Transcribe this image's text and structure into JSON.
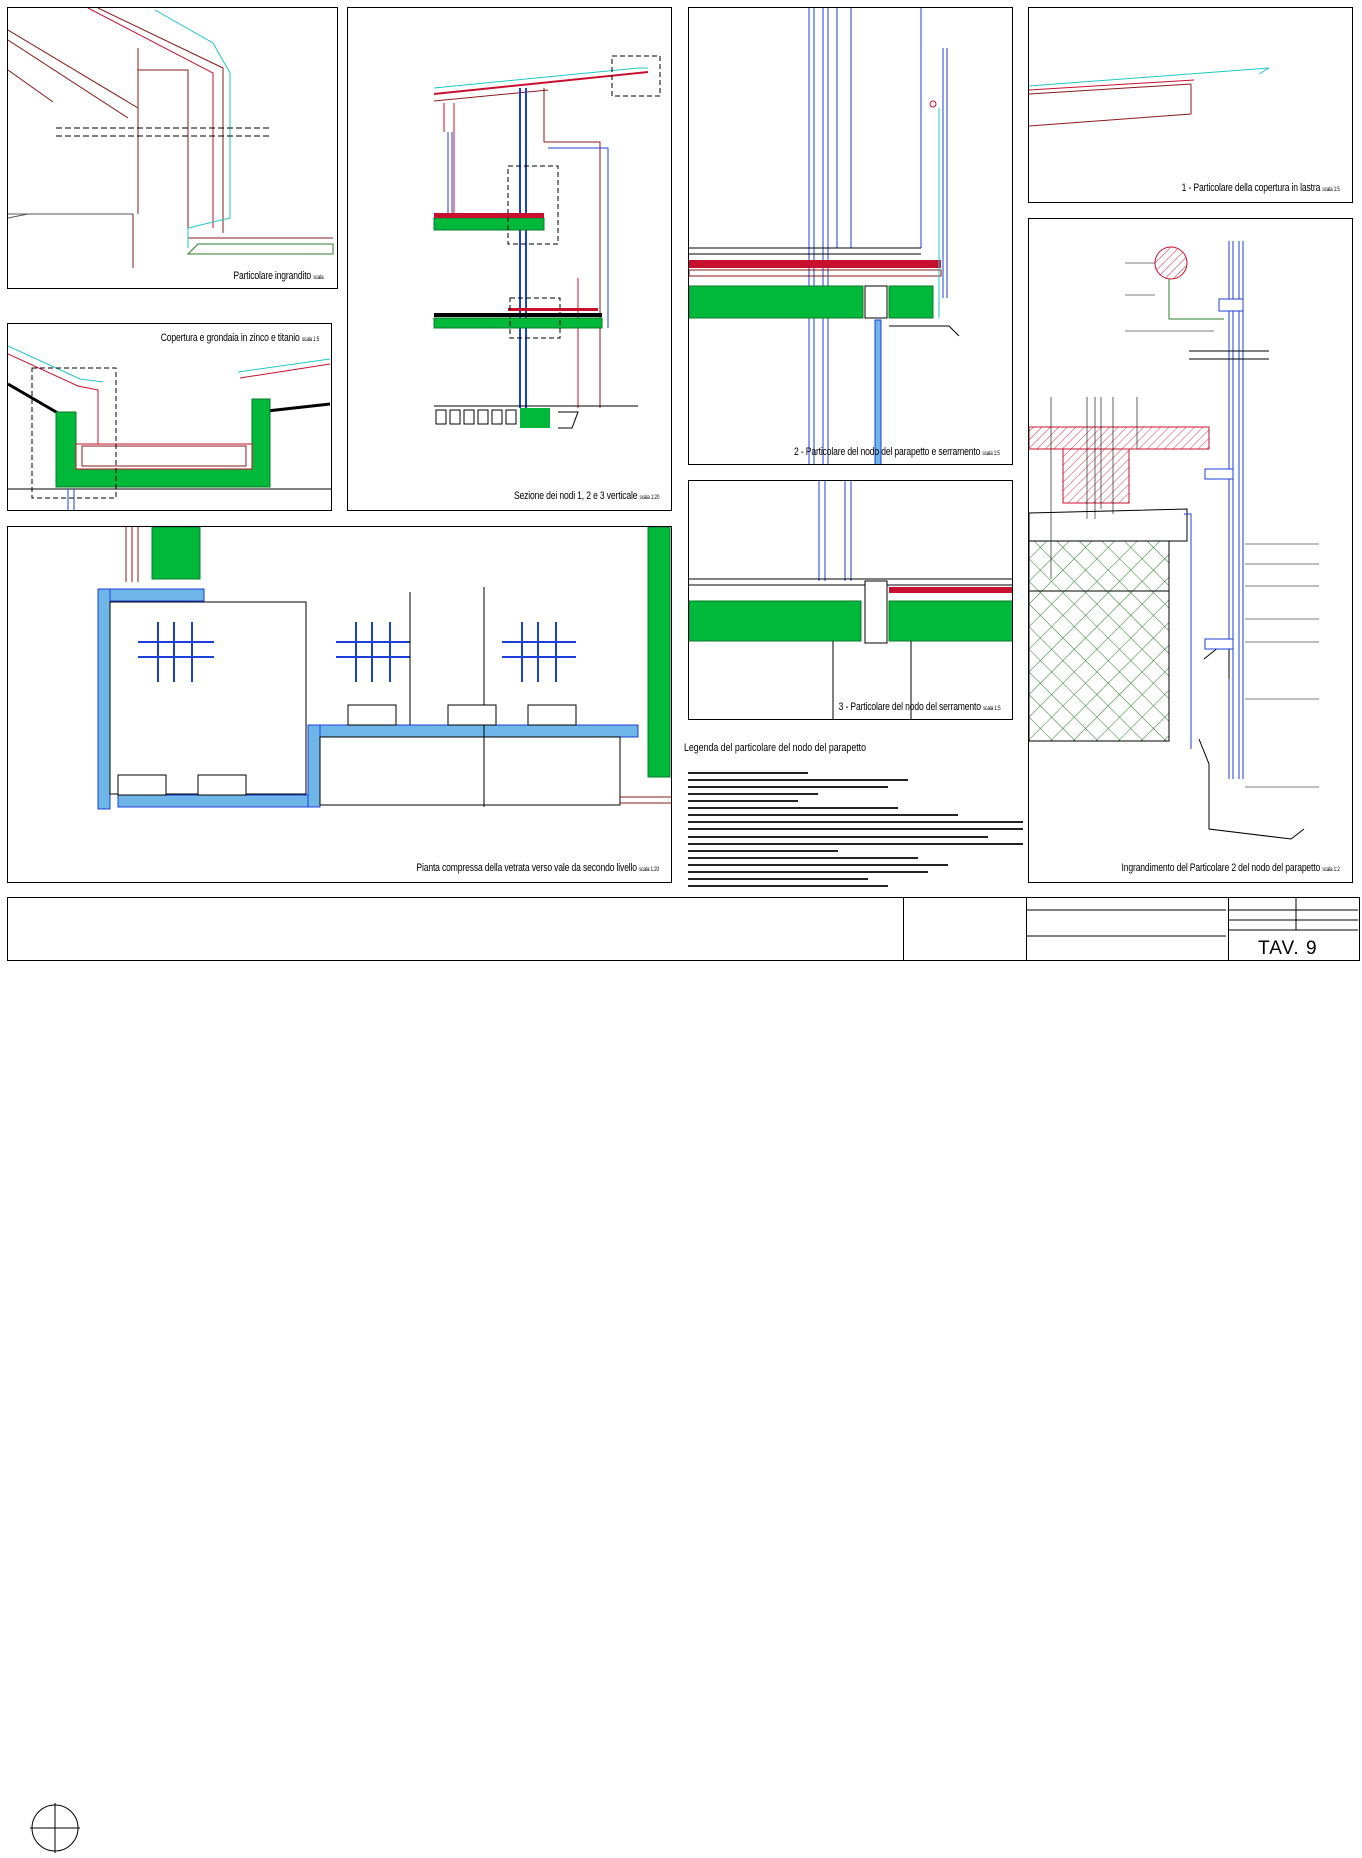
{
  "sheet": {
    "tav_label": "TAV. 9"
  },
  "captions": {
    "p1": "Particolare ingrandito",
    "p1_scale": "scala",
    "p2": "Copertura e grondaia in zinco e titanio",
    "p2_scale": "scala 1:5",
    "p3": "Sezione dei nodi 1, 2 e 3 verticale",
    "p3_scale": "scala 1:20",
    "p4": "2 - Particolare del nodo del parapetto e serramento",
    "p4_scale": "scala 1:5",
    "p5": "1 - Particolare della copertura in lastra",
    "p5_scale": "scala 1:5",
    "p6": "3 - Particolare del nodo del serramento",
    "p6_scale": "scala 1:5",
    "p7": "Ingrandimento del Particolare 2 del nodo del parapetto",
    "p7_scale": "scala 1:2",
    "p8": "Pianta compressa della vetrata verso vale da secondo livello",
    "p8_scale": "scala 1:20"
  },
  "legend": {
    "title": "Legenda del particolare del nodo del parapetto"
  },
  "colors": {
    "green": "#00b83a",
    "red": "#c8102e",
    "blue": "#1c3fd9",
    "cyan": "#1ec7c7",
    "lightblue": "#6fb6e8",
    "hatch": "#d3324a"
  }
}
